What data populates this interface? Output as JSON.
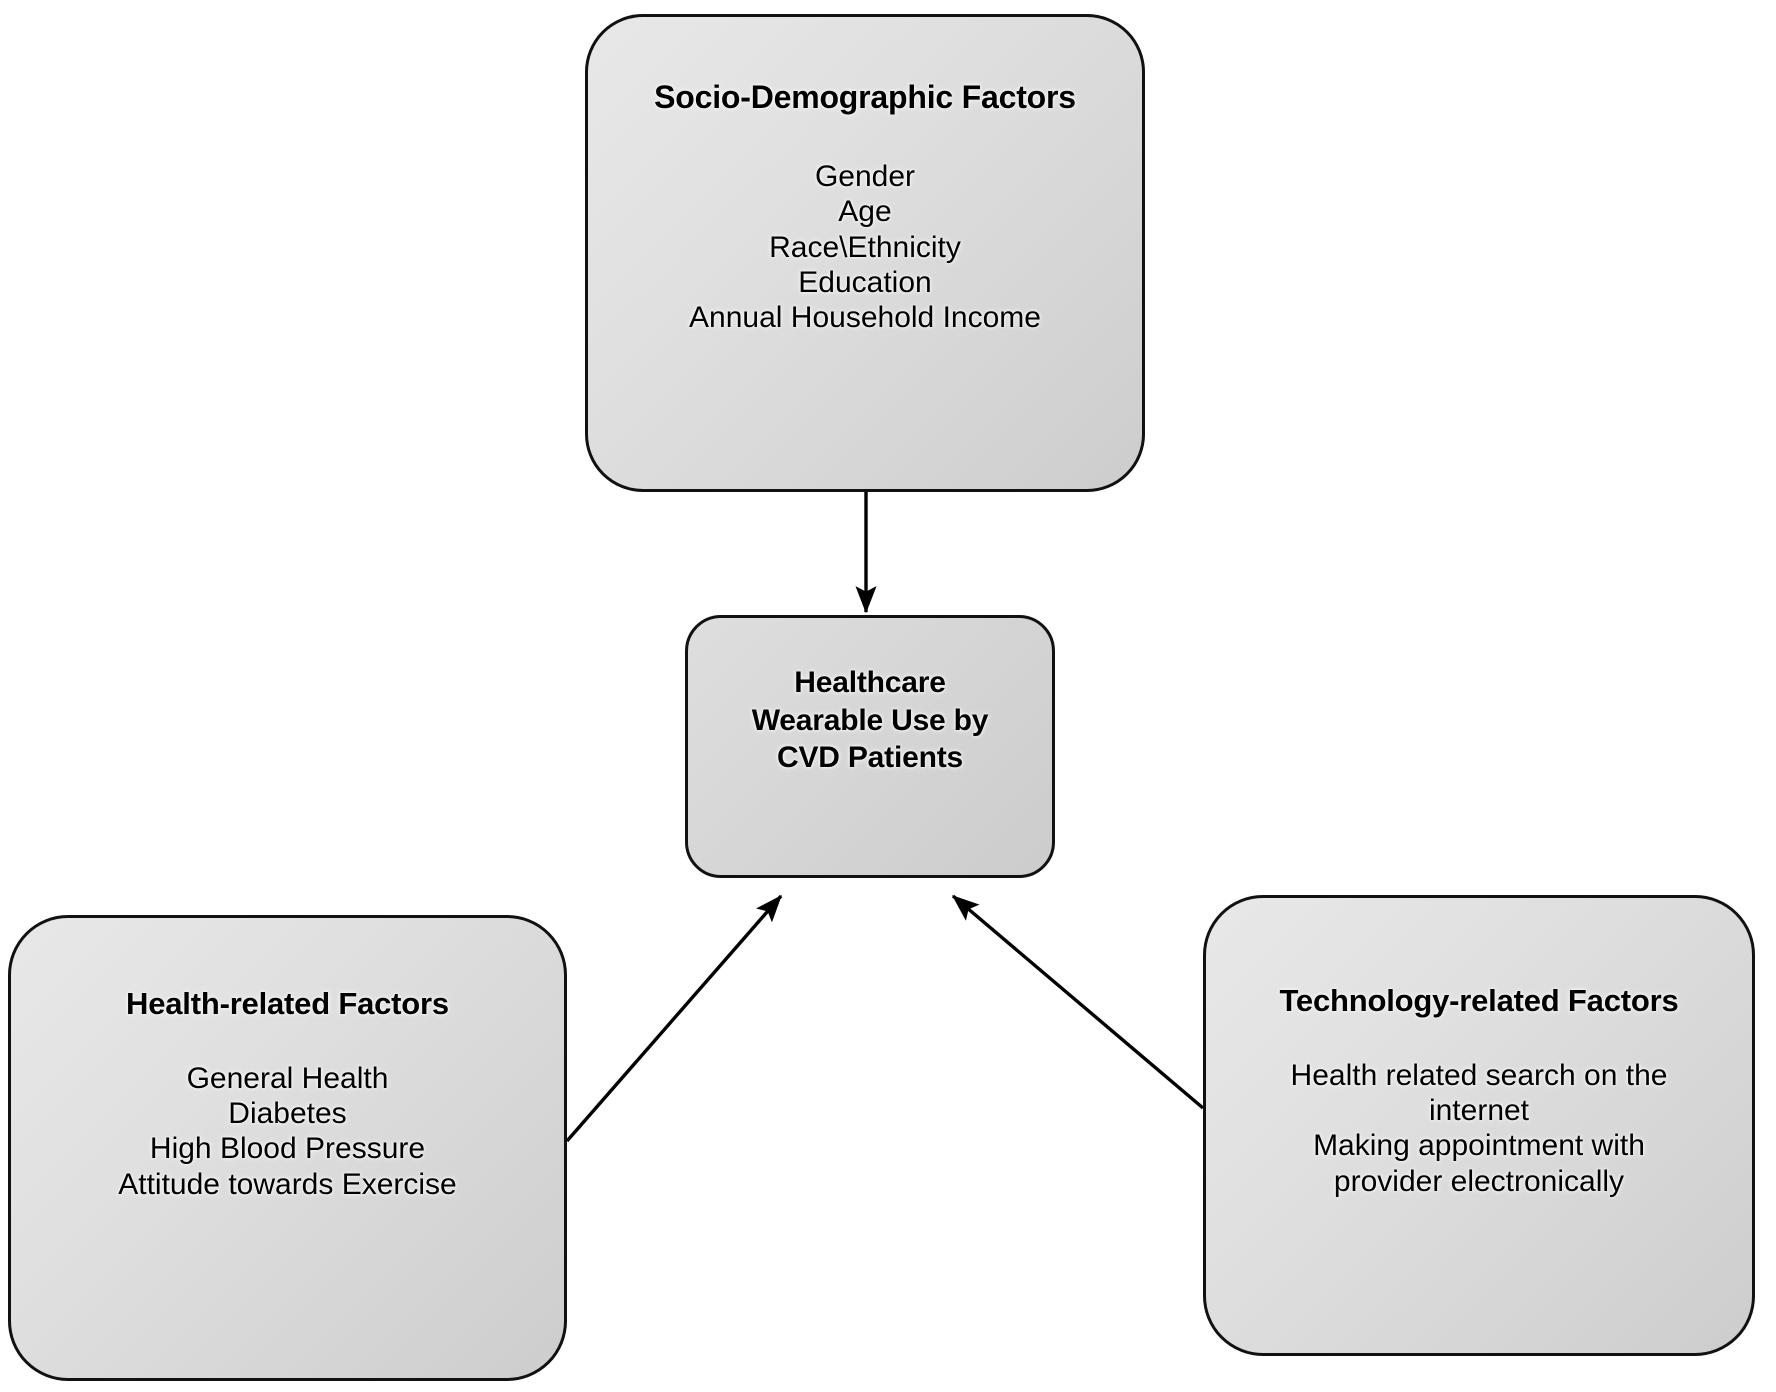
{
  "diagram": {
    "type": "conceptual-framework-flowchart",
    "background_color": "#ffffff",
    "node_fill_color": "#dcdcdc",
    "node_border_color": "#111111",
    "edge_color": "#000000",
    "nodes": {
      "socio": {
        "title": "Socio-Demographic Factors",
        "items": "Gender\nAge\nRace\\Ethnicity\nEducation\nAnnual Household Income"
      },
      "center": {
        "title": "Healthcare\nWearable Use by\nCVD Patients"
      },
      "health": {
        "title": "Health-related Factors",
        "items": "General Health\nDiabetes\nHigh Blood Pressure\nAttitude towards Exercise"
      },
      "tech": {
        "title": "Technology-related Factors",
        "items": "Health related search on the\ninternet\nMaking appointment with\nprovider electronically"
      }
    },
    "edges": [
      {
        "name": "socio-to-center",
        "from": "socio",
        "to": "center",
        "style": "straight-arrow",
        "direction": "down"
      },
      {
        "name": "health-to-center",
        "from": "health",
        "to": "center",
        "style": "straight-arrow",
        "direction": "up-right"
      },
      {
        "name": "tech-to-center",
        "from": "tech",
        "to": "center",
        "style": "straight-arrow",
        "direction": "up-left"
      }
    ]
  }
}
